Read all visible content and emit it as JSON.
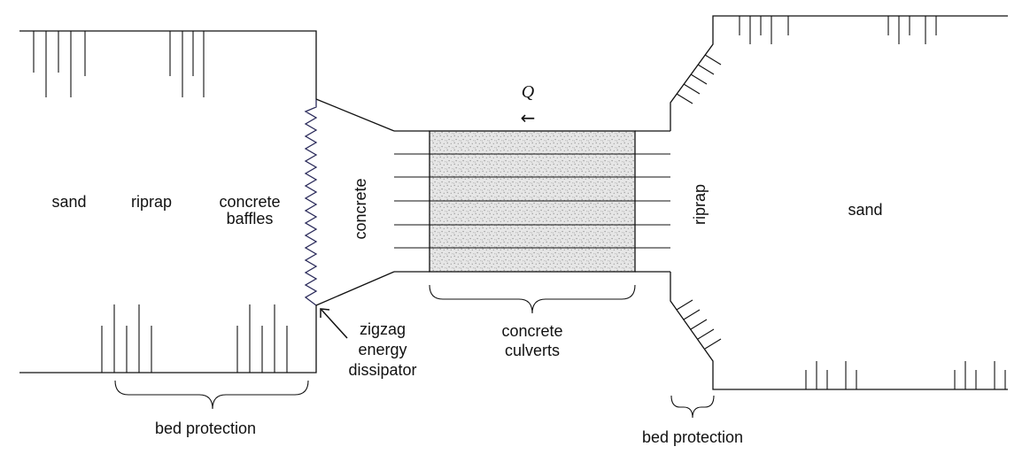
{
  "labels": {
    "sand_left": "sand",
    "riprap_left": "riprap",
    "baffles_line1": "concrete",
    "baffles_line2": "baffles",
    "concrete_vertical": "concrete",
    "riprap_vertical": "riprap",
    "sand_right": "sand",
    "flow_symbol": "Q",
    "flow_arrow": "←",
    "culverts_line1": "concrete",
    "culverts_line2": "culverts",
    "dissipator_line1": "zigzag",
    "dissipator_line2": "energy",
    "dissipator_line3": "dissipator",
    "bed_protection_left": "bed protection",
    "bed_protection_right": "bed protection"
  },
  "colors": {
    "line": "#111111",
    "zigzag": "#2a2a5a",
    "culvert_fill": "#e6e6e6",
    "culvert_speckle": "#9a9a9a"
  }
}
